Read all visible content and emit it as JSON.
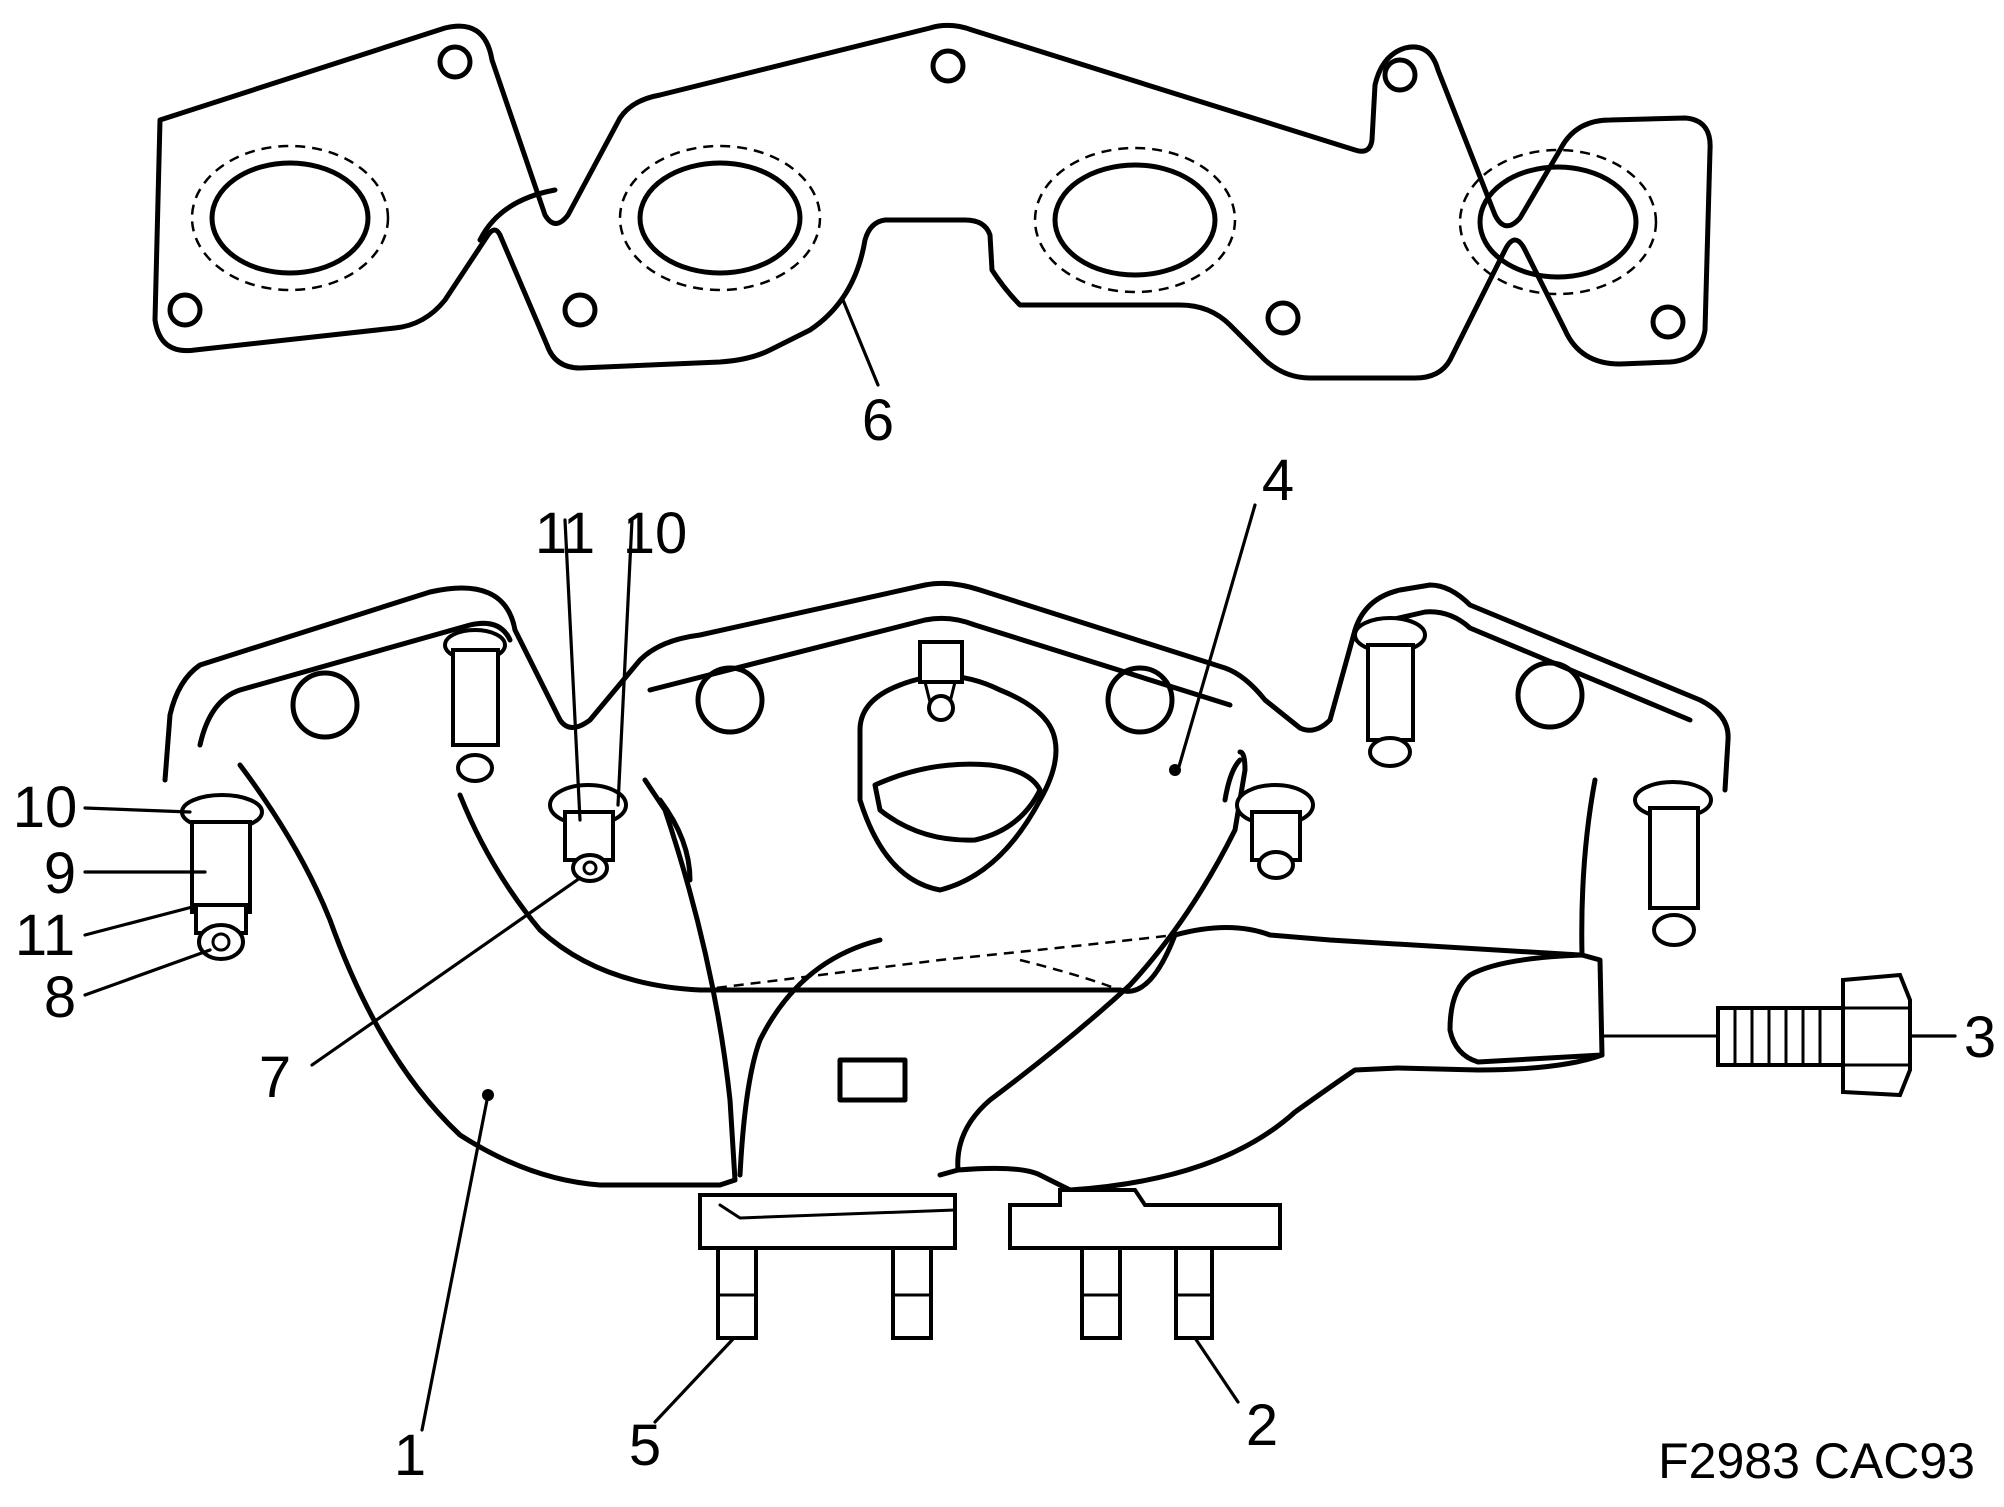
{
  "diagram": {
    "callouts": {
      "c1": "1",
      "c2": "2",
      "c3": "3",
      "c4": "4",
      "c5": "5",
      "c6": "6",
      "c7": "7",
      "c8": "8",
      "c9": "9",
      "c10_left": "10",
      "c10_top": "10",
      "c11_left": "11",
      "c11_top": "11"
    },
    "figure_code": "F2983 CAC93"
  }
}
